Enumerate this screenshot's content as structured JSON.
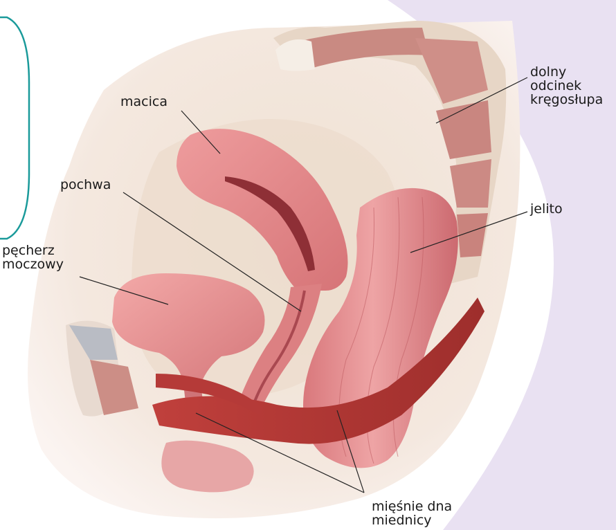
{
  "labels": {
    "uterus": "macica",
    "vagina": "pochwa",
    "bladder": [
      "pęcherz",
      "moczowy"
    ],
    "spine": [
      "dolny",
      "odcinek",
      "kręgosłupa"
    ],
    "bowel": "jelito",
    "pelvic_floor": [
      "mięśnie dna",
      "miednicy"
    ]
  },
  "colors": {
    "teal_border": "#1a9a9a",
    "page_violet": "#ddd0ea",
    "body_skin": "#f4e7df",
    "organ_pink": "#e28b8d",
    "organ_dark": "#b84a50",
    "muscle_red": "#b83a36",
    "bone": "#c88e86",
    "leader_line": "#222222"
  }
}
